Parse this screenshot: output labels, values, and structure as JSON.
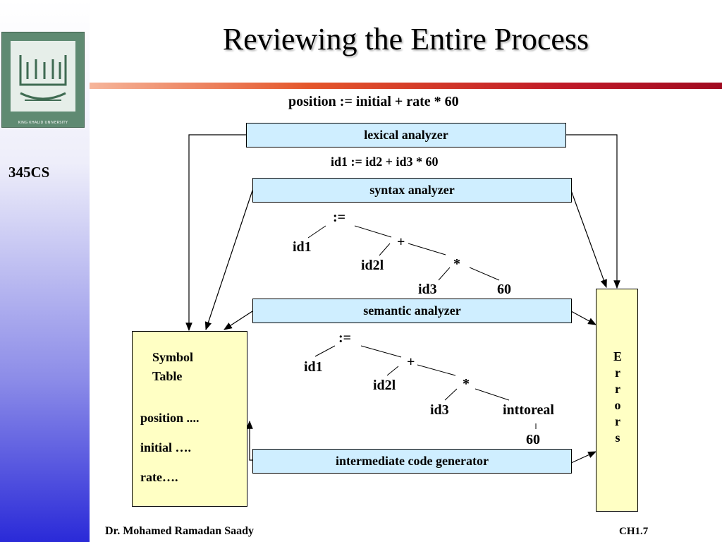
{
  "slide": {
    "title": "Reviewing the Entire Process",
    "course_code": "345CS",
    "logo_caption": "KING KHALID UNIVERSITY",
    "author": "Dr. Mohamed Ramadan Saady",
    "page_ref": "CH1.7"
  },
  "diagram": {
    "source_statement": "position   :=   initial  +  rate * 60",
    "token_stream": "id1  :=   id2  +  id3 * 60",
    "phases": {
      "lexical": "lexical analyzer",
      "syntax": "syntax analyzer",
      "semantic": "semantic analyzer",
      "intermediate": "intermediate code generator"
    },
    "syntax_tree": {
      "assign": ":=",
      "id1": "id1",
      "plus": "+",
      "id2": "id2l",
      "times": "*",
      "id3": "id3",
      "const": "60"
    },
    "semantic_tree": {
      "assign": ":=",
      "id1": "id1",
      "plus": "+",
      "id2": "id2l",
      "times": "*",
      "id3": "id3",
      "convert": "inttoreal",
      "const": "60"
    },
    "symbol_table": {
      "title_line1": "Symbol",
      "title_line2": "Table",
      "entries": [
        "position ....",
        "initial ….",
        "rate…."
      ]
    },
    "errors_label": "E\nr\nr\no\nr\ns"
  },
  "colors": {
    "phase_box": "#cfeeff",
    "symbol_table": "#ffffc4",
    "accent_rule": "#c01a28"
  }
}
